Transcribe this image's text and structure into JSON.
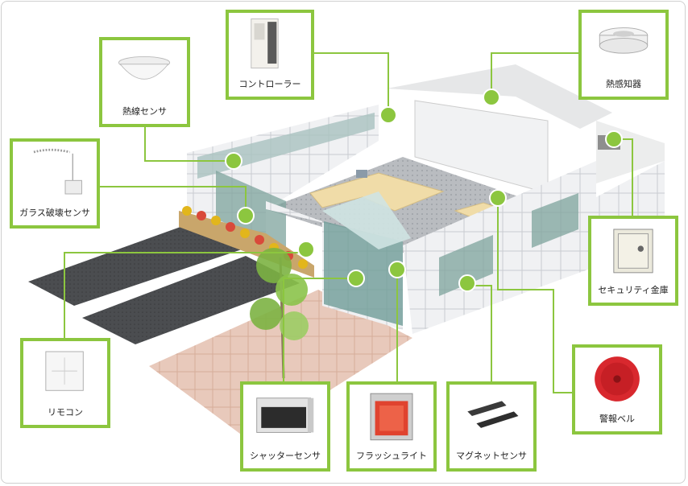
{
  "devices": {
    "heat_sensor": "熱線センサ",
    "controller": "コントローラー",
    "heat_detector": "熱感知器",
    "glass_break": "ガラス破壊センサ",
    "safe": "セキュリティ金庫",
    "remote": "リモコン",
    "shutter_sensor": "シャッターセンサ",
    "flash_light": "フラッシュライト",
    "magnet_sensor": "マグネットセンサ",
    "alarm_bell": "警報ベル"
  },
  "colors": {
    "accent": "#8cc63f",
    "bell": "#d8282e"
  },
  "icons": [
    "dome-sensor-icon",
    "controller-panel-icon",
    "ceiling-detector-icon",
    "coiled-cable-sensor-icon",
    "safe-icon",
    "remote-panel-icon",
    "shutter-sensor-icon",
    "flash-light-icon",
    "magnet-sensor-icon",
    "bell-icon"
  ]
}
